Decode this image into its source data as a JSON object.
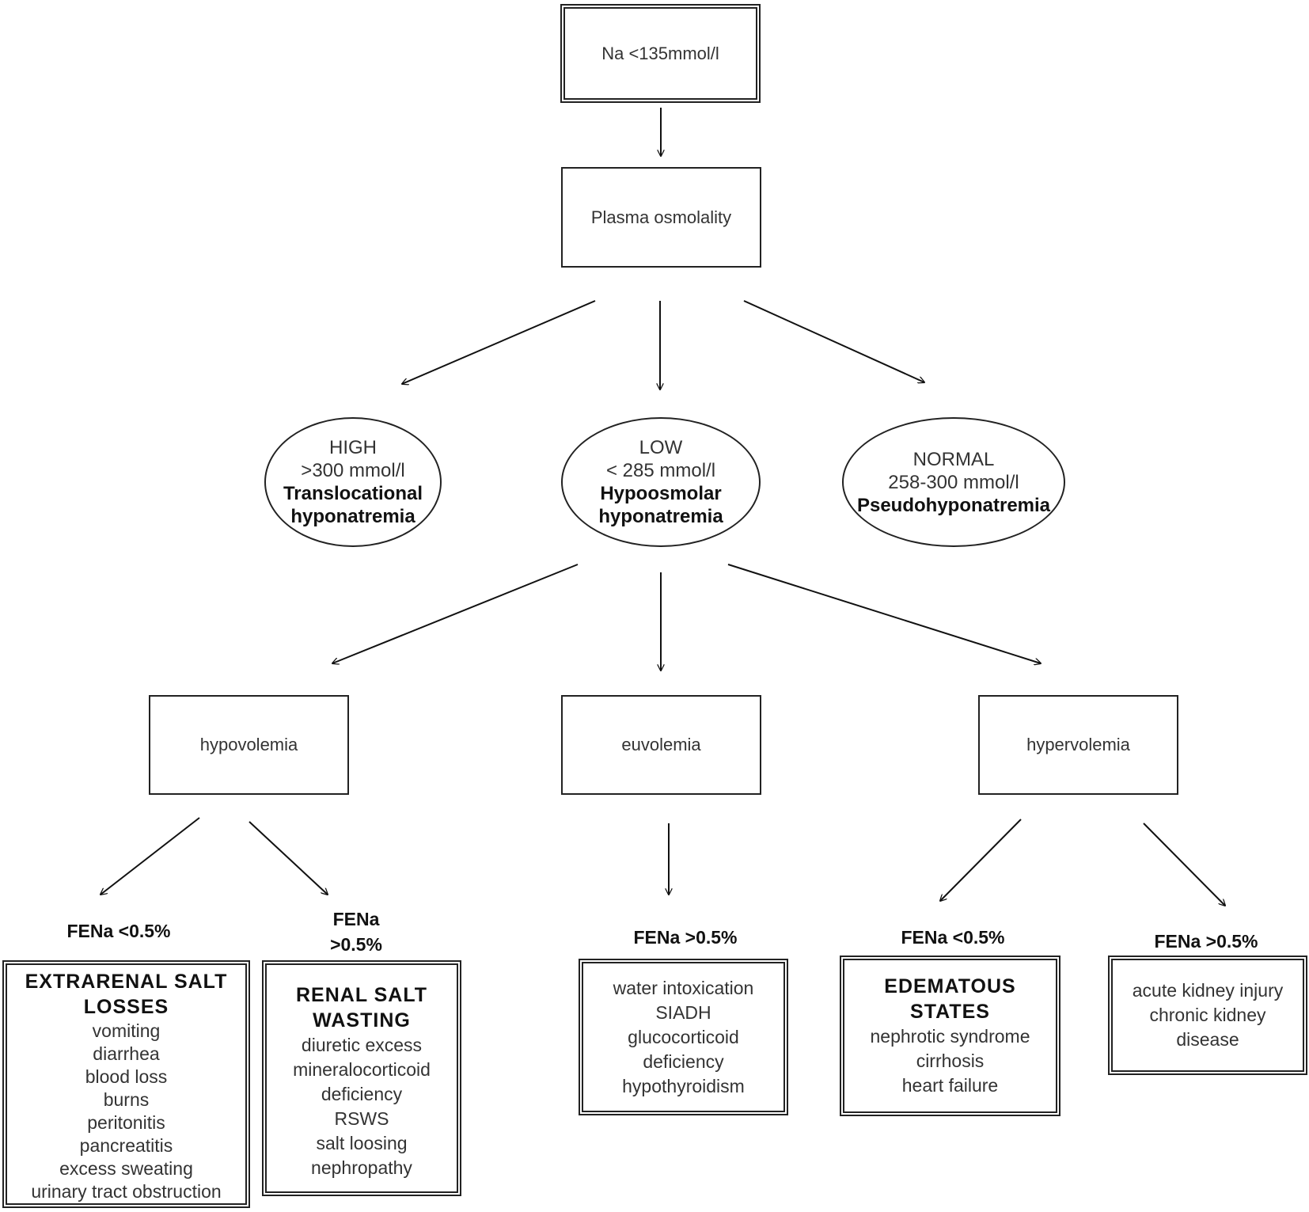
{
  "start": "Na <135mmol/l",
  "osmolality": "Plasma osmolality",
  "high": {
    "level": "HIGH",
    "range": ">300 mmol/l",
    "type": "Translocational hyponatremia"
  },
  "low": {
    "level": "LOW",
    "range": "< 285 mmol/l",
    "type": "Hypoosmolar hyponatremia"
  },
  "normal": {
    "level": "NORMAL",
    "range": "258-300 mmol/l",
    "type": "Pseudohyponatremia"
  },
  "volume": {
    "hypo": "hypovolemia",
    "eu": "euvolemia",
    "hyper": "hypervolemia"
  },
  "outcomes": {
    "extrarenal": {
      "fena": "FENa <0.5%",
      "title": "EXTRARENAL SALT LOSSES",
      "items": [
        "vomiting",
        "diarrhea",
        "blood loss",
        "burns",
        "peritonitis",
        "pancreatitis",
        "excess sweating",
        "urinary tract obstruction"
      ]
    },
    "renal": {
      "fena_line1": "FENa",
      "fena_line2": ">0.5%",
      "title": "RENAL SALT WASTING",
      "items": [
        "diuretic excess",
        "mineralocorticoid",
        "deficiency",
        "RSWS",
        "salt loosing",
        "nephropathy"
      ]
    },
    "euvolemic": {
      "fena": "FENa >0.5%",
      "items": [
        "water intoxication",
        "SIADH",
        "glucocorticoid",
        "deficiency",
        "hypothyroidism"
      ]
    },
    "edematous": {
      "fena": "FENa <0.5%",
      "title": "EDEMATOUS STATES",
      "items": [
        "nephrotic syndrome",
        "cirrhosis",
        "heart failure"
      ]
    },
    "kidney": {
      "fena": "FENa >0.5%",
      "items": [
        "acute kidney injury",
        "chronic kidney",
        "disease"
      ]
    }
  }
}
